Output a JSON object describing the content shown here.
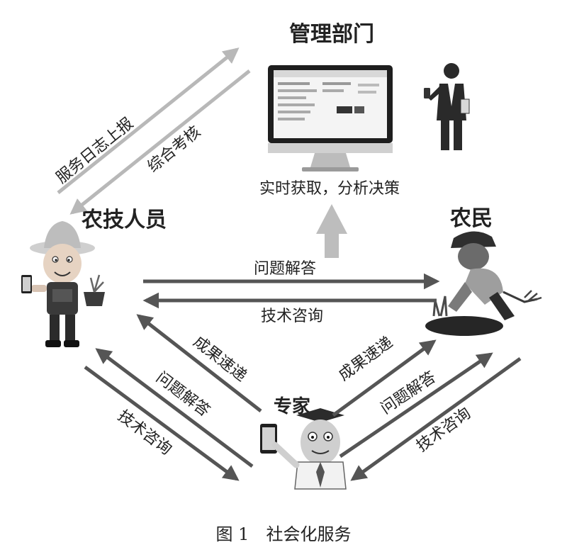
{
  "nodes": {
    "management": "管理部门",
    "technician": "农技人员",
    "farmer": "农民",
    "expert": "专家"
  },
  "edges": {
    "service_log_report": "服务日志上报",
    "comprehensive_assessment": "综合考核",
    "realtime_analysis": "实时获取，分析决策",
    "problem_answer": "问题解答",
    "tech_consult": "技术咨询",
    "result_delivery": "成果速递"
  },
  "caption": "图 1　社会化服务",
  "colors": {
    "arrow_dark": "#555555",
    "arrow_light": "#b8b8b8",
    "monitor_frame": "#1e1e1e",
    "person_dark": "#2a2a2a"
  }
}
